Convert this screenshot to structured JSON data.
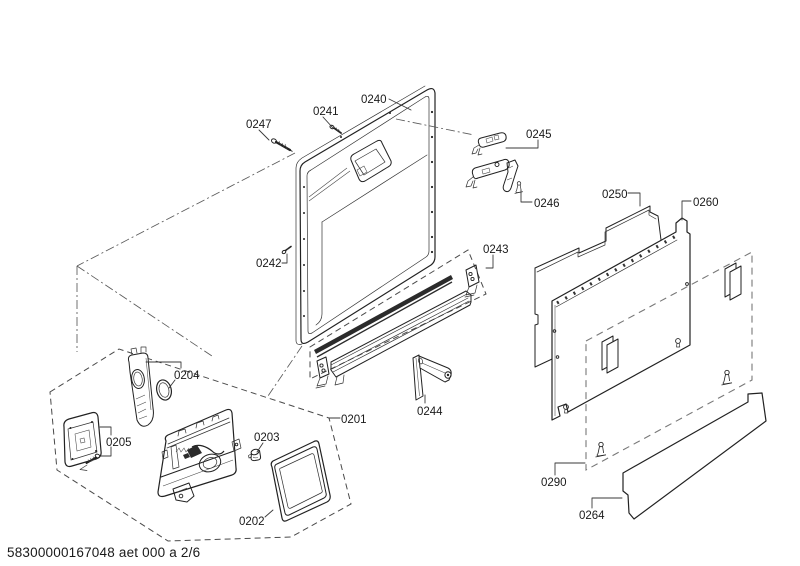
{
  "document": {
    "footer": "58300000167048 aet 000 a 2/6"
  },
  "labels": {
    "l0201": "0201",
    "l0202": "0202",
    "l0203": "0203",
    "l0204": "0204",
    "l0205": "0205",
    "l0240": "0240",
    "l0241": "0241",
    "l0242": "0242",
    "l0243": "0243",
    "l0244": "0244",
    "l0245": "0245",
    "l0246": "0246",
    "l0247": "0247",
    "l0250": "0250",
    "l0260": "0260",
    "l0264": "0264",
    "l0290": "0290"
  },
  "colors": {
    "line": "#222222",
    "background": "#ffffff",
    "seal_strip": "#2b2b2b"
  }
}
